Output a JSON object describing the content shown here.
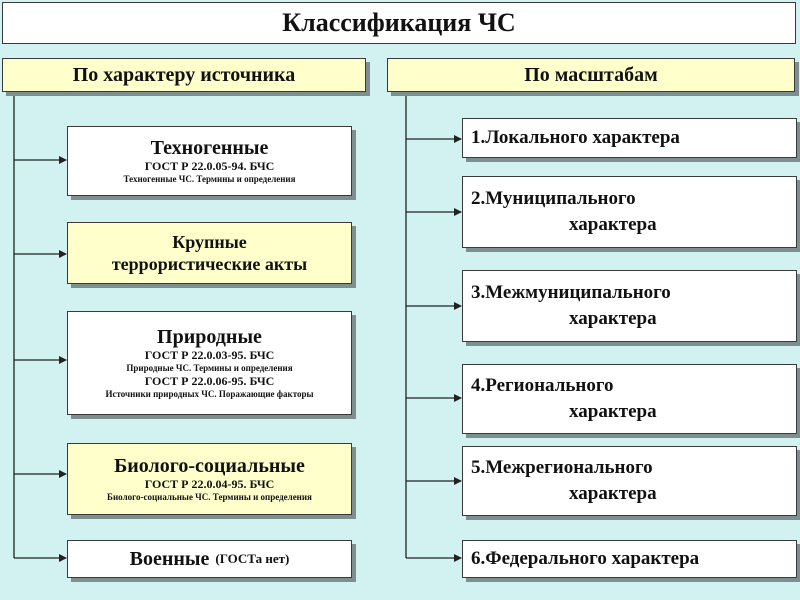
{
  "title": "Классификация ЧС",
  "left_header": "По характеру источника",
  "right_header": "По масштабам",
  "sources": [
    {
      "name": "Техногенные",
      "gost1": "ГОСТ Р 22.0.05-94.  БЧС",
      "desc1": "Техногенные ЧС. Термины и определения"
    },
    {
      "name1": "Крупные",
      "name2": "террористические акты"
    },
    {
      "name": "Природные",
      "gost1": "ГОСТ Р 22.0.03-95. БЧС",
      "desc1": "Природные ЧС. Термины и определения",
      "gost2": "ГОСТ Р 22.0.06-95. БЧС",
      "desc2": "Источники природных ЧС. Поражающие факторы"
    },
    {
      "name": "Биолого-социальные",
      "gost1": "ГОСТ Р 22.0.04-95. БЧС",
      "desc1": "Биолого-социальные ЧС. Термины и определения"
    },
    {
      "name": "Военные",
      "note": "(ГОСТа нет)"
    }
  ],
  "scales": [
    {
      "line1": "1.Локального характера"
    },
    {
      "line1": "2.Муниципального",
      "line2": "характера"
    },
    {
      "line1": "3.Межмуниципального",
      "line2": "характера"
    },
    {
      "line1": "4.Регионального",
      "line2": "характера"
    },
    {
      "line1": "5.Межрегионального",
      "line2": "характера"
    },
    {
      "line1": "6.Федерального характера"
    }
  ]
}
